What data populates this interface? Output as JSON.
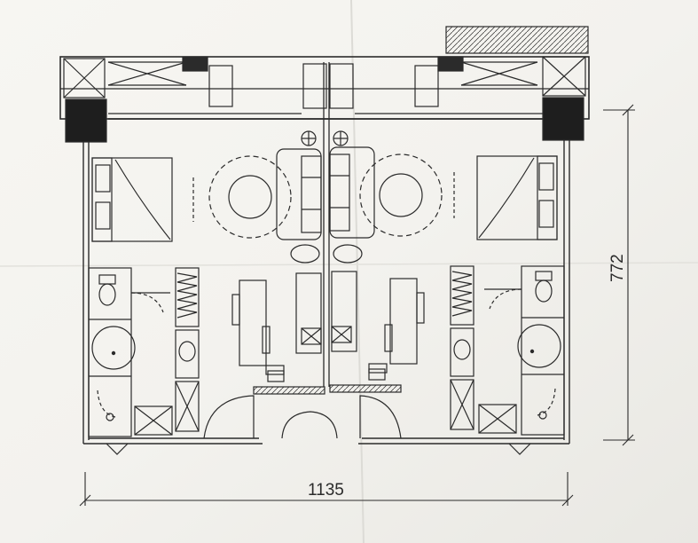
{
  "drawing": {
    "type": "hotel twin-room floor plan",
    "dimensions": {
      "width_label": "1135",
      "height_label": "772"
    },
    "colors": {
      "paper": "#f6f5f1",
      "ink": "#2b2b2b",
      "wall_fill": "#3a3a3a",
      "column_fill": "#1e1e1e"
    },
    "rooms": [
      {
        "side": "left",
        "fixtures": [
          "bed",
          "round-table",
          "toilet",
          "bathtub",
          "sink",
          "shower",
          "desk",
          "wardrobe"
        ]
      },
      {
        "side": "right",
        "fixtures": [
          "bed",
          "round-table",
          "toilet",
          "bathtub",
          "sink",
          "shower",
          "desk",
          "wardrobe"
        ]
      }
    ]
  }
}
